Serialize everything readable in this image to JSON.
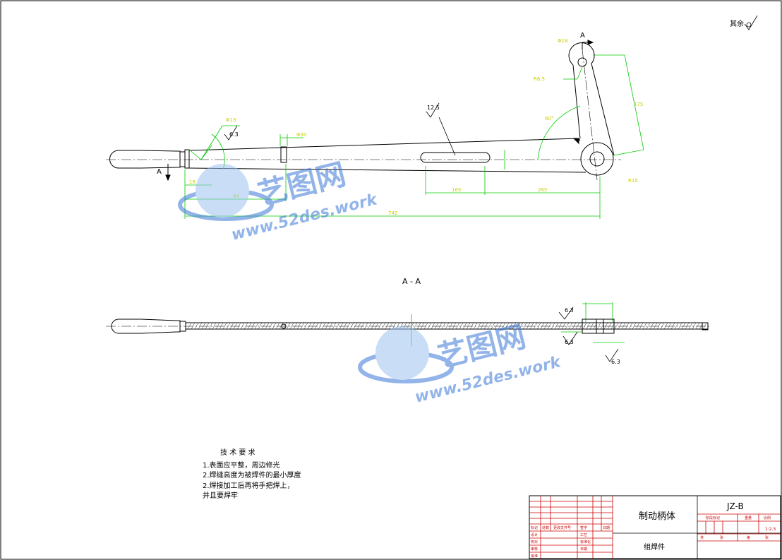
{
  "drawing": {
    "section_label": "A - A",
    "view_arrow_label": "A",
    "roughness_note": "其余",
    "roughness_values": [
      "12.5",
      "6.3",
      "6.3",
      "6.3",
      "6.3"
    ],
    "dimensions": [
      "Φ13",
      "44",
      "742",
      "165",
      "265",
      "18",
      "Φ30",
      "R15",
      "175",
      "60°",
      "Φ18",
      "R6.5"
    ]
  },
  "watermark": {
    "brand": "艺图网",
    "url": "www.52des.work"
  },
  "tech_requirements": {
    "title": "技 术 要 求",
    "items": [
      "1.表面应平整，周边修光",
      "2.焊缝高度为被焊件的最小厚度",
      "2.焊接加工后再将手把焊上，",
      "   并且要焊牢"
    ]
  },
  "title_block": {
    "part_name": "制动柄体",
    "drawing_code": "JZ-B",
    "part_type": "组焊件",
    "scale": "1:2.5",
    "small_labels": [
      "标记",
      "处数",
      "更改文件号",
      "签字",
      "日期",
      "设计",
      "校对",
      "审核",
      "批准",
      "工艺",
      "标准化",
      "日期",
      "阶段标记",
      "重量",
      "比例",
      "共",
      "张",
      "第",
      "张"
    ]
  },
  "colors": {
    "line": "#000000",
    "dimension": "#00cc00",
    "dimension_text": "#dddd00",
    "title_block_red": "#cc0000",
    "watermark_blue": "#3a78d8"
  }
}
